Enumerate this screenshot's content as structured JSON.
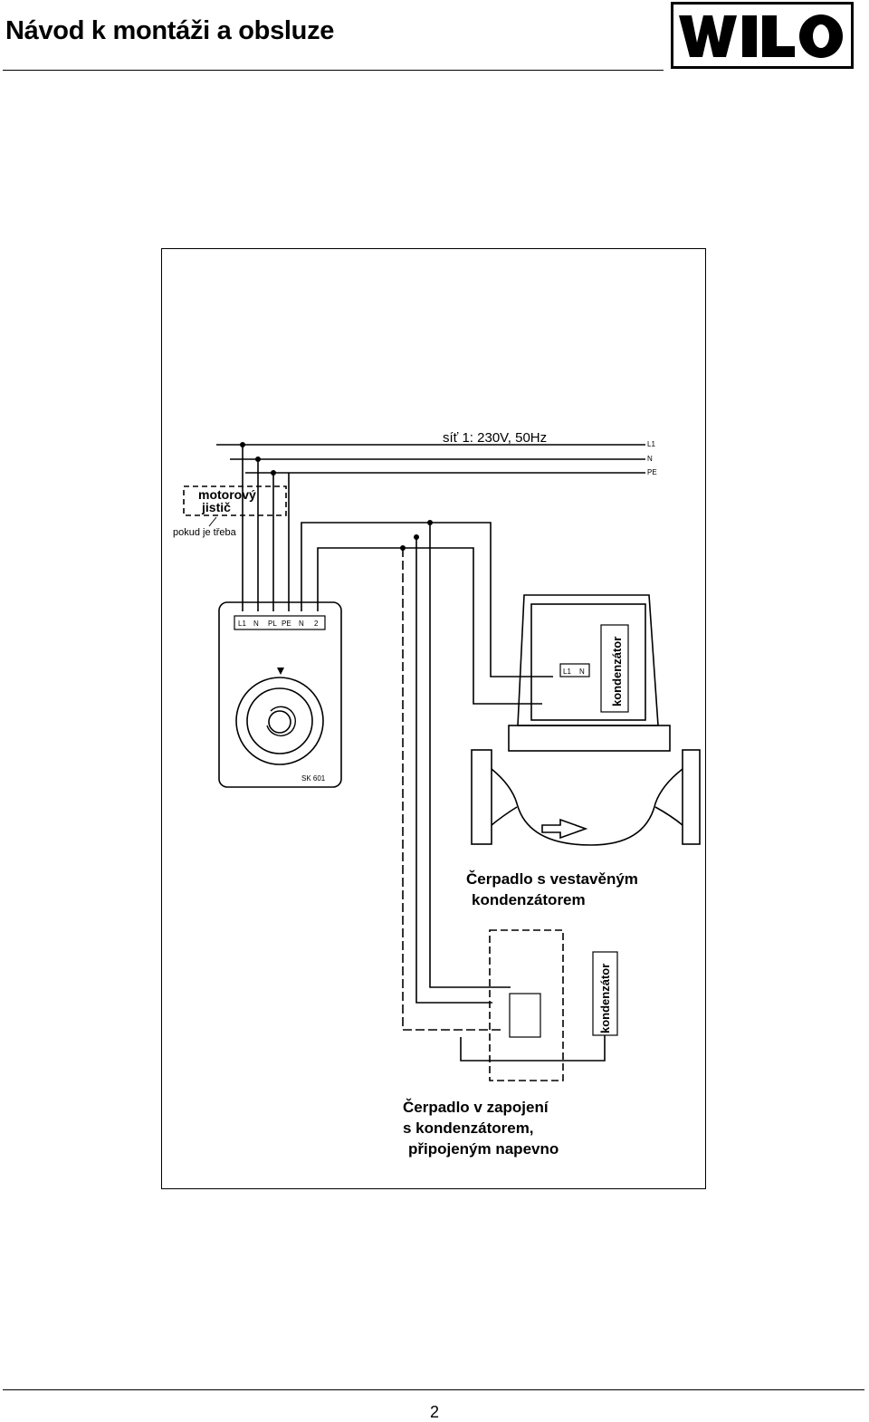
{
  "header": {
    "title": "Návod k montáži a obsluze",
    "logo_text": "WILO"
  },
  "diagram": {
    "supply_label": "síť 1: 230V, 50Hz",
    "line_labels": [
      "L1",
      "N",
      "PE"
    ],
    "motor_breaker_label": [
      "motorový",
      "jistič"
    ],
    "breaker_note": "pokud je třeba",
    "controller": {
      "terminals": [
        "L1",
        "N",
        "PL",
        "PE",
        "N",
        "2"
      ],
      "model": "SK 601"
    },
    "pump_built_in": {
      "terminals": [
        "L1",
        "N"
      ],
      "capacitor_label": "kondenzátor",
      "caption": [
        "Čerpadlo s vestavěným",
        "kondenzátorem"
      ]
    },
    "pump_external": {
      "capacitor_label": "kondenzátor",
      "caption": [
        "Čerpadlo v zapojení",
        "s kondenzátorem,",
        "připojeným napevno"
      ]
    }
  },
  "footer": {
    "page_number": "2"
  }
}
